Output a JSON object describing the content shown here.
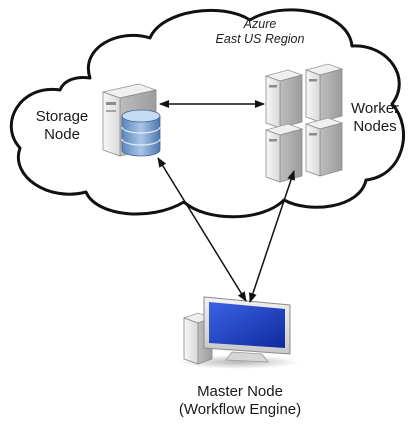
{
  "cloud": {
    "label_line1": "Azure",
    "label_line2": "East US Region"
  },
  "storage_node": {
    "label_line1": "Storage",
    "label_line2": "Node"
  },
  "worker_nodes": {
    "label_line1": "Worker",
    "label_line2": "Nodes",
    "count": 4
  },
  "master_node": {
    "label_line1": "Master Node",
    "label_line2": "(Workflow Engine)"
  },
  "connections": [
    {
      "from": "storage-node",
      "to": "worker-nodes",
      "bidirectional": true
    },
    {
      "from": "storage-node",
      "to": "master-node",
      "bidirectional": true
    },
    {
      "from": "worker-nodes",
      "to": "master-node",
      "bidirectional": true
    }
  ],
  "colors": {
    "cloud_fill": "#ffffff",
    "cloud_stroke": "#111111",
    "arrow": "#111111",
    "server_body": "#e9e9e9",
    "database": "#7fa6d2",
    "monitor_screen": "#1f3fbf"
  }
}
